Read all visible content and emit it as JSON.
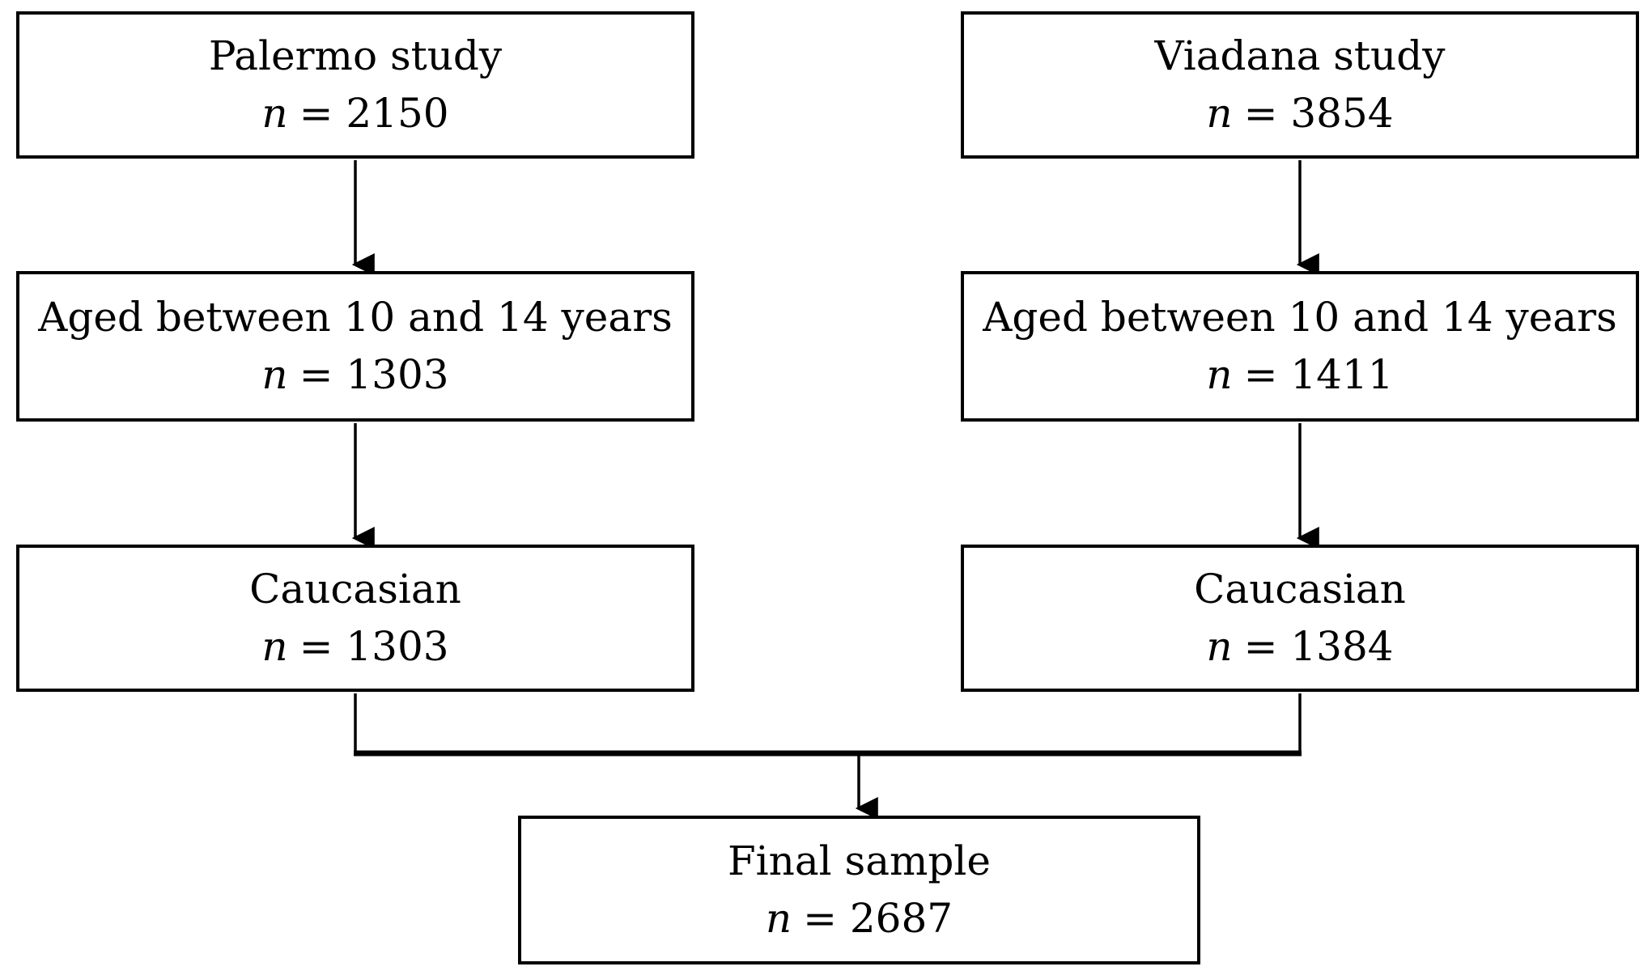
{
  "diagram": {
    "boxes": {
      "palermo": {
        "title": "Palermo study",
        "var": "n",
        "value": "= 2150"
      },
      "palermo_age": {
        "title": "Aged between 10 and 14 years",
        "var": "n",
        "value": "= 1303"
      },
      "palermo_caucasian": {
        "title": "Caucasian",
        "var": "n",
        "value": "= 1303"
      },
      "viadana": {
        "title": "Viadana study",
        "var": "n",
        "value": "= 3854"
      },
      "viadana_age": {
        "title": "Aged between 10 and 14 years",
        "var": "n",
        "value": "= 1411"
      },
      "viadana_caucasian": {
        "title": "Caucasian",
        "var": "n",
        "value": "= 1384"
      },
      "final": {
        "title": "Final sample",
        "var": "n",
        "value": "= 2687"
      }
    },
    "colors": {
      "line": "#000000",
      "text": "#000000",
      "background": "#ffffff"
    }
  }
}
